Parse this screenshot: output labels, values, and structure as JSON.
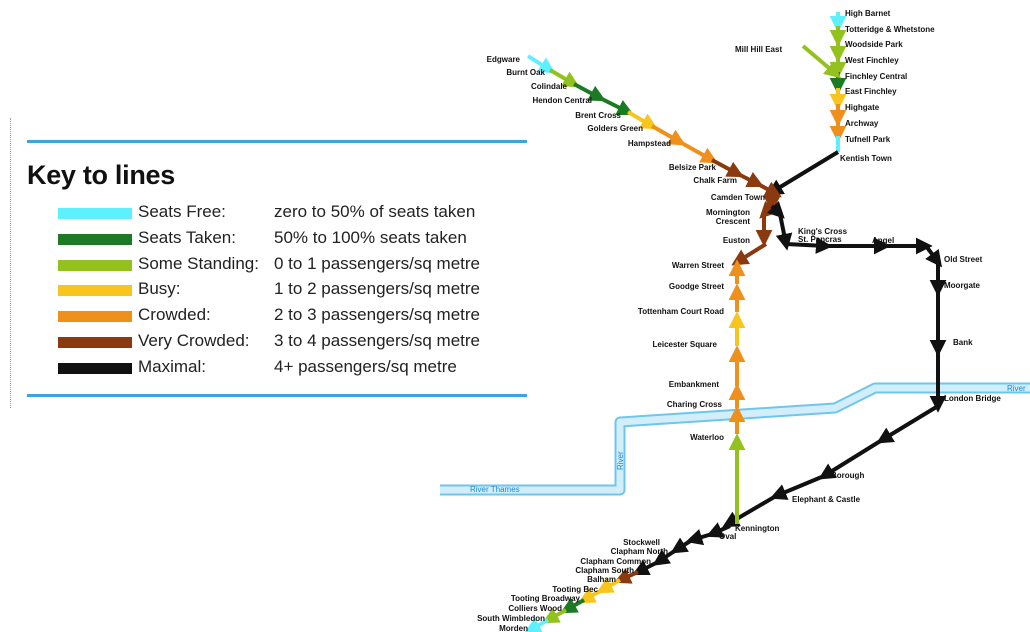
{
  "legend": {
    "title": "Key to lines",
    "items": [
      {
        "name": "Seats Free:",
        "desc": "zero to 50% of seats taken",
        "color": "#5ff0ff"
      },
      {
        "name": "Seats Taken:",
        "desc": "50% to 100% seats taken",
        "color": "#1c7a24"
      },
      {
        "name": "Some Standing:",
        "desc": "0 to 1 passengers/sq metre",
        "color": "#93c21f"
      },
      {
        "name": "Busy:",
        "desc": "1 to 2 passengers/sq metre",
        "color": "#f8c51c"
      },
      {
        "name": "Crowded:",
        "desc": "2 to 3 passengers/sq metre",
        "color": "#f0901c"
      },
      {
        "name": "Very Crowded:",
        "desc": "3 to 4 passengers/sq metre",
        "color": "#8b3a10"
      },
      {
        "name": "Maximal:",
        "desc": "4+ passengers/sq metre",
        "color": "#111111"
      }
    ]
  },
  "rivers": {
    "thames": "River Thames",
    "river_right": "River",
    "vertical": "River"
  },
  "stations": {
    "high_barnet": "High Barnet",
    "totteridge": "Totteridge & Whetstone",
    "woodside_park": "Woodside Park",
    "mill_hill_east": "Mill Hill East",
    "west_finchley": "West Finchley",
    "finchley_central": "Finchley Central",
    "east_finchley": "East Finchley",
    "highgate": "Highgate",
    "archway": "Archway",
    "tufnell_park": "Tufnell Park",
    "kentish_town": "Kentish Town",
    "edgware": "Edgware",
    "burnt_oak": "Burnt Oak",
    "colindale": "Colindale",
    "hendon_central": "Hendon Central",
    "brent_cross": "Brent Cross",
    "golders_green": "Golders Green",
    "hampstead": "Hampstead",
    "belsize_park": "Belsize Park",
    "chalk_farm": "Chalk Farm",
    "camden_town": "Camden Town",
    "mornington_1": "Mornington",
    "mornington_2": "Crescent",
    "euston": "Euston",
    "kings_cross_1": "King's Cross",
    "kings_cross_2": "St. Pancras",
    "angel": "Angel",
    "old_street": "Old Street",
    "moorgate": "Moorgate",
    "bank": "Bank",
    "london_bridge": "London Bridge",
    "borough": "Borough",
    "elephant": "Elephant & Castle",
    "warren_street": "Warren Street",
    "goodge_street": "Goodge Street",
    "tottenham": "Tottenham Court Road",
    "leicester_square": "Leicester Square",
    "embankment": "Embankment",
    "charing_cross": "Charing Cross",
    "waterloo": "Waterloo",
    "kennington": "Kennington",
    "oval": "Oval",
    "stockwell": "Stockwell",
    "clapham_north": "Clapham North",
    "clapham_common": "Clapham Common",
    "clapham_south": "Clapham South",
    "balham": "Balham",
    "tooting_bec": "Tooting Bec",
    "tooting_broadway": "Tooting Broadway",
    "colliers_wood": "Colliers Wood",
    "south_wimbledon": "South Wimbledon",
    "morden": "Morden"
  }
}
